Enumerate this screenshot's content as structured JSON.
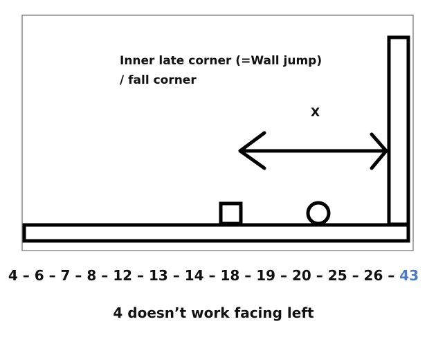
{
  "diagram": {
    "label_line1": "Inner late corner (=Wall jump)",
    "label_line2": "/ fall corner",
    "distance_label": "X",
    "icons": [
      "wall-icon",
      "floor-icon",
      "square-block-icon",
      "circle-icon",
      "double-arrow-icon"
    ]
  },
  "sequence": {
    "text": "4 – 6 – 7 – 8 – 12 – 13 – 14 – 18 – 19 – 20 – 25 – 26 – ",
    "highlight": "43",
    "highlight_color": "#4a7abf"
  },
  "note": {
    "text": "4 doesn’t work facing left"
  }
}
